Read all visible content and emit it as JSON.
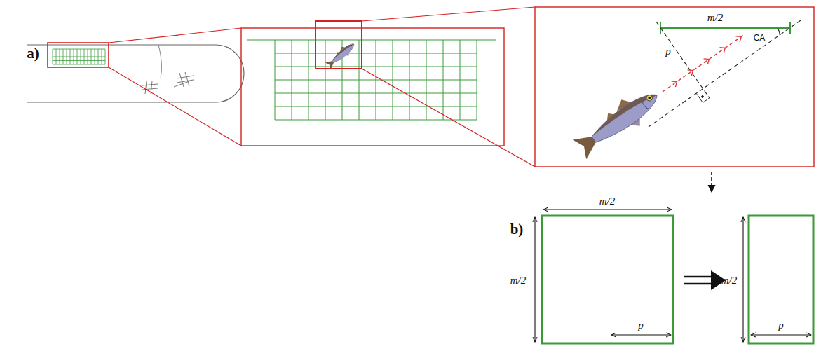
{
  "diagram": {
    "labels": [
      "a)",
      "m/2",
      "CA",
      "p",
      "b)",
      "m/2",
      "m/2",
      "p",
      "m/2",
      "p"
    ]
  }
}
